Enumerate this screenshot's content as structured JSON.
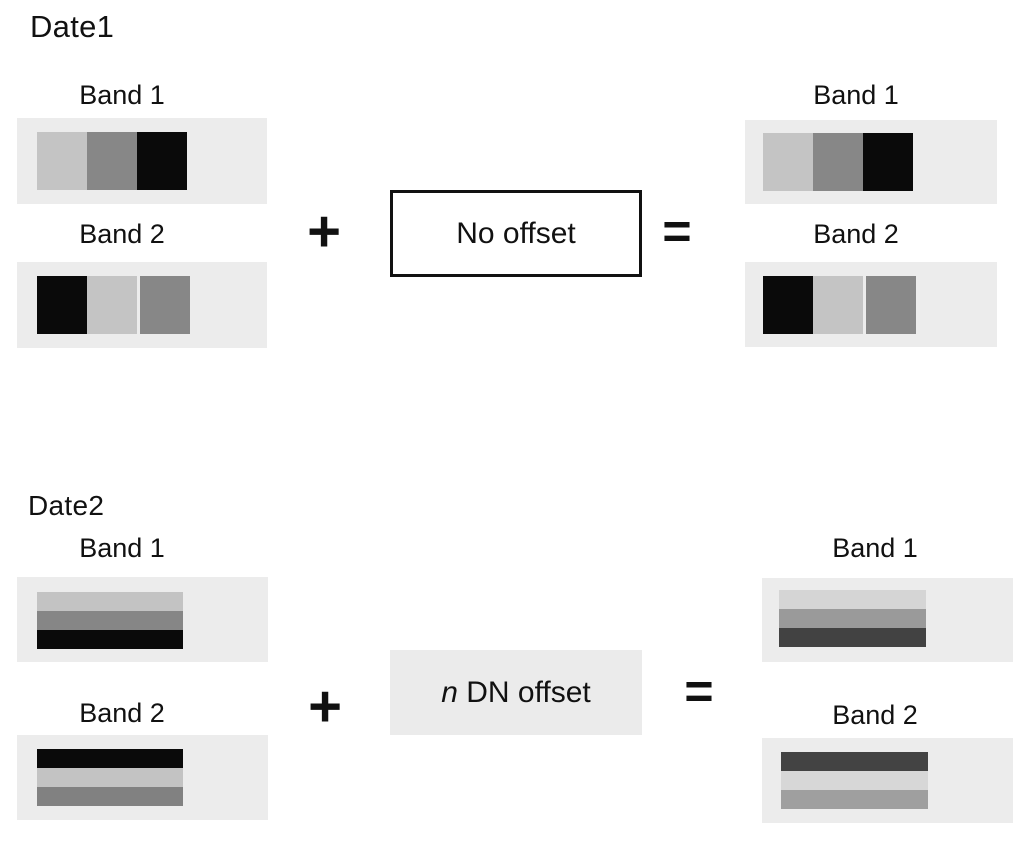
{
  "colors": {
    "page_bg": "#ffffff",
    "strip_bg": "#ececec",
    "offset_box_bg": "#ebebeb",
    "ink": "#111111"
  },
  "date1": {
    "title": "Date1",
    "plus": "+",
    "equals": "=",
    "offset_label": "No offset",
    "left": {
      "band1": {
        "label": "Band 1",
        "segments": [
          "#c4c4c4",
          "#878787",
          "#0a0a0a"
        ]
      },
      "band2": {
        "label": "Band 2",
        "segments": [
          "#0a0a0a",
          "#c4c4c4",
          "#878787"
        ]
      }
    },
    "right": {
      "band1": {
        "label": "Band 1",
        "segments": [
          "#c4c4c4",
          "#878787",
          "#0a0a0a"
        ]
      },
      "band2": {
        "label": "Band 2",
        "segments": [
          "#0a0a0a",
          "#c4c4c4",
          "#878787"
        ]
      }
    }
  },
  "date2": {
    "title": "Date2",
    "plus": "+",
    "equals": "=",
    "offset_n": "n",
    "offset_rest": " DN offset",
    "left": {
      "band1": {
        "label": "Band 1",
        "stripes": [
          "#c3c3c3",
          "#868686",
          "#0a0a0a"
        ]
      },
      "band2": {
        "label": "Band 2",
        "stripes": [
          "#0a0a0a",
          "#c3c3c3",
          "#818181"
        ]
      }
    },
    "right": {
      "band1": {
        "label": "Band 1",
        "stripes": [
          "#d5d5d5",
          "#9a9a9a",
          "#424242"
        ]
      },
      "band2": {
        "label": "Band 2",
        "stripes": [
          "#434343",
          "#d7d7d7",
          "#9f9f9f"
        ]
      }
    }
  }
}
